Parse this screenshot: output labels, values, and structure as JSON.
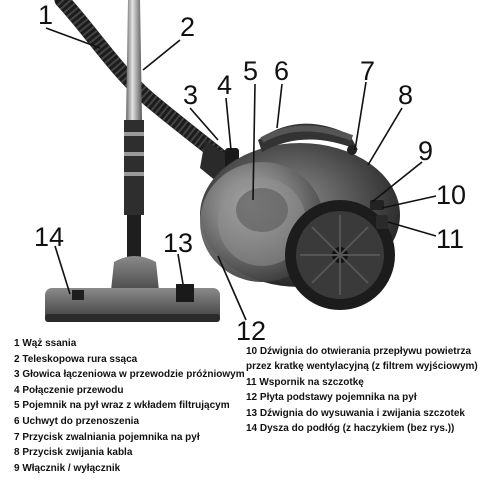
{
  "callouts": [
    "1",
    "2",
    "3",
    "4",
    "5",
    "6",
    "7",
    "8",
    "9",
    "10",
    "11",
    "12",
    "13",
    "14"
  ],
  "legend_left": [
    "1 Wąż ssania",
    "2 Teleskopowa rura ssąca",
    "3 Głowica łączeniowa w przewodzie próżniowym",
    "4 Połączenie przewodu",
    "5 Pojemnik na pył wraz z wkładem filtrującym",
    "6 Uchwyt do przenoszenia",
    "7 Przycisk zwalniania pojemnika na pył",
    "8 Przycisk zwijania kabla",
    "9 Włącznik / wyłącznik"
  ],
  "legend_right": [
    "10 Dźwignia do otwierania przepływu powietrza",
    "przez kratkę wentylacyjną (z filtrem wyjściowym)",
    "11 Wspornik na szczotkę",
    "12 Płyta podstawy pojemnika na pył",
    "13 Dźwignia do wysuwania i zwijania szczotek",
    "14 Dysza do podłóg (z haczykiem (bez rys.))"
  ]
}
